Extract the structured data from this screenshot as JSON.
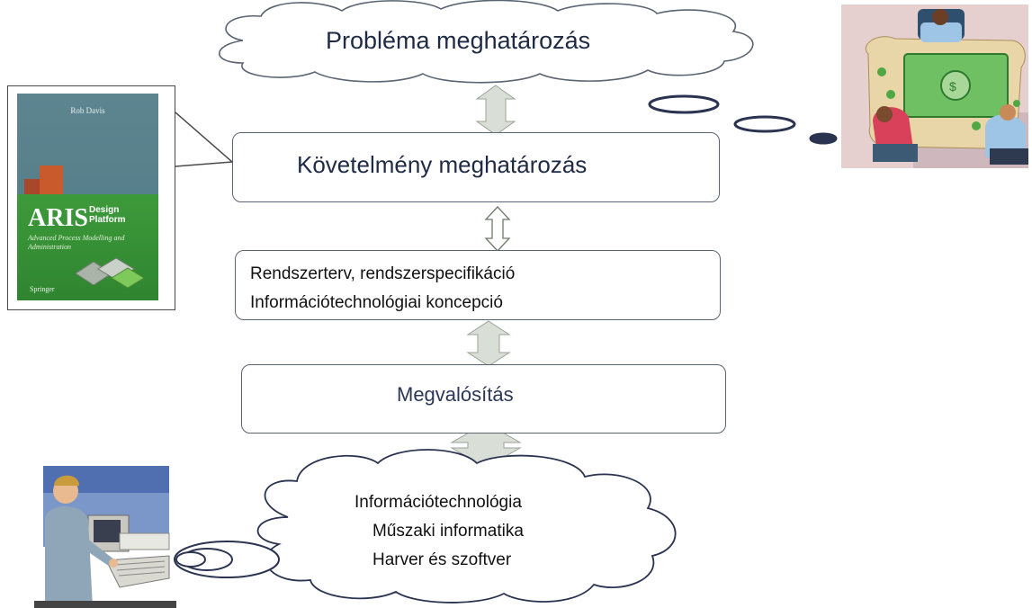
{
  "diagram": {
    "problem_label": "Probléma meghatározás",
    "requirement_label": "Követelmény meghatározás",
    "system_plan_line1": "Rendszerterv, rendszerspecifikáció",
    "system_plan_line2": "Információtechnológiai koncepció",
    "implementation_label": "Megvalósítás",
    "technology_lines": [
      "Információtechnológia",
      "Műszaki informatika",
      "Harver és szoftver"
    ]
  },
  "book": {
    "author": "Rob Davis",
    "title": "ARIS",
    "title_suffix": "Design Platform",
    "subtitle": "Advanced Process Modelling and Administration",
    "publisher": "Springer"
  },
  "colors": {
    "outline": "#5a6472",
    "arrow_fill": "#d9dfd7",
    "text": "#1f2a44"
  }
}
